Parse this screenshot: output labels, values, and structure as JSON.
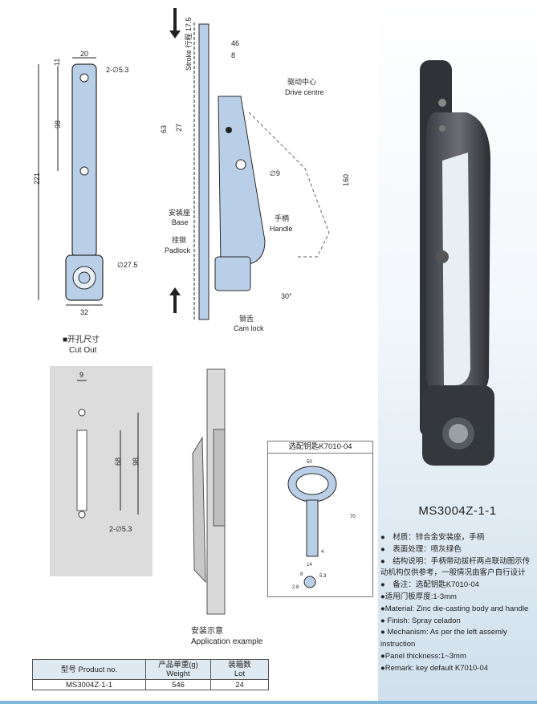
{
  "drawing_top": {
    "cutout_dims": {
      "w20": "20",
      "h11": "11",
      "hole": "2-∅5.3",
      "h98": "98",
      "h221": "221",
      "d275": "∅27.5",
      "w32": "32"
    },
    "side_dims": {
      "d46": "46",
      "d8": "8",
      "stroke": "Stroke\n行程 17.5",
      "d27": "27",
      "d63": "63",
      "d9": "∅9",
      "d160": "160",
      "ang": "30°"
    },
    "labels": {
      "drive_cn": "驱动中心",
      "drive_en": "Drive centre",
      "base_cn": "安装座",
      "base_en": "Base",
      "padlock_cn": "挂锁",
      "padlock_en": "Padlock",
      "handle_cn": "手柄",
      "handle_en": "Handle",
      "cam_cn": "锁舌",
      "cam_en": "Cam lock"
    }
  },
  "cutout": {
    "title_cn": "■开孔尺寸",
    "title_en": "Cut Out",
    "d9": "9",
    "d68": "68",
    "d98": "98",
    "hole": "2-∅5.3"
  },
  "key": {
    "title": "选配钥匙K7010-04",
    "d50": "50",
    "d70": "70",
    "d14": "14",
    "d4": "4",
    "d8": "8",
    "d53": "5.3",
    "d28": "2.8"
  },
  "application": {
    "cn": "安装示意",
    "en": "Application example"
  },
  "table": {
    "headers": [
      "型号 Product no.",
      "产品单重(g)\nWeight",
      "装箱数\nLot"
    ],
    "rows": [
      [
        "MS3004Z-1-1",
        "546",
        "24"
      ]
    ]
  },
  "product": {
    "model": "MS3004Z-1-1",
    "specs": [
      "●　材质：锌合金安装座，手柄",
      "●　表面处理：喷灰绿色",
      "●　结构说明：手柄带动拔杆两点联动图示传动机构仅供参考，一般情况由客户自行设计",
      "●　备注：选配钥匙K7010-04",
      "●适用门板厚度:1-3mm",
      "●Material: Zinc die-casting body and handle",
      "● Finish: Spray celadon",
      "● Mechanism: As per the left assemly  instruction",
      "●Panel thickness:1~3mm",
      "●Remark: key default K7010-04"
    ]
  },
  "colors": {
    "part_blue": "#b9cfe8",
    "outline": "#2a2a2a",
    "panel_bg": "#dfeaf3",
    "bar": "#7fb6db"
  }
}
